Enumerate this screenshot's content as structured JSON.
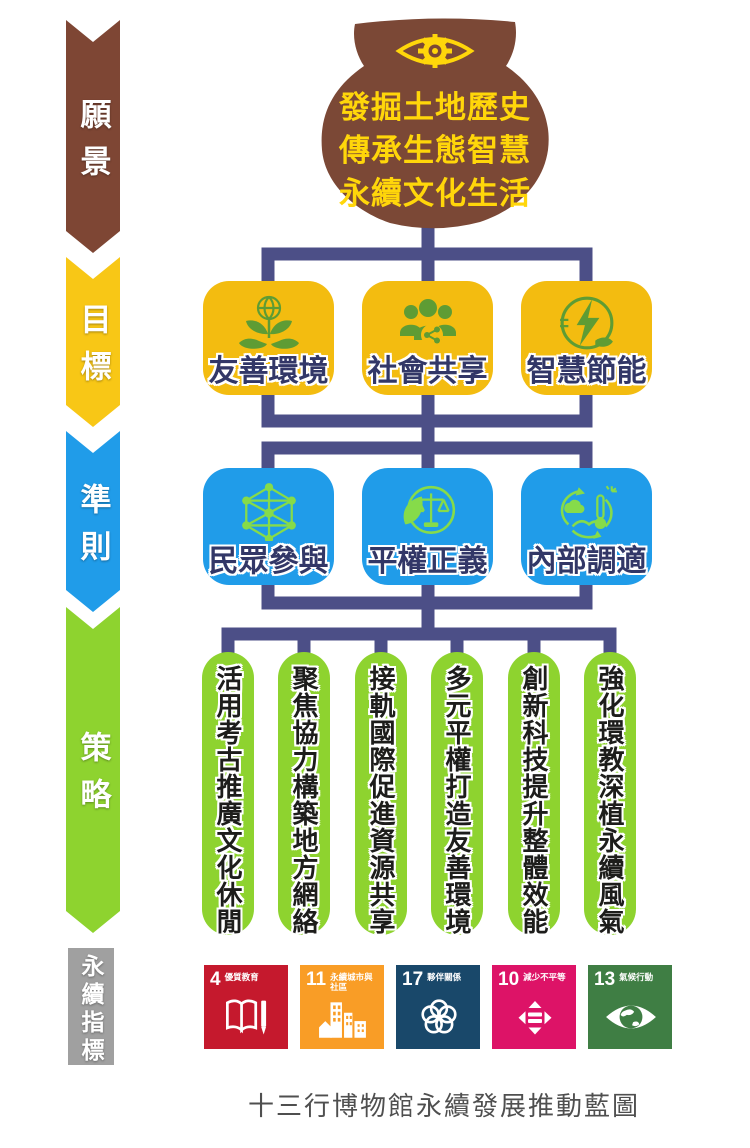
{
  "ribbon": {
    "items": [
      {
        "label": "願景",
        "color": "#7E4634"
      },
      {
        "label": "目標",
        "color": "#F8C716"
      },
      {
        "label": "準則",
        "color": "#209CE9"
      },
      {
        "label": "策略",
        "color": "#8ED32F"
      },
      {
        "label": "永續指標",
        "color": "#A0A0A0"
      }
    ]
  },
  "vision_pot": {
    "icon": "eye-gear-icon",
    "pot_color": "#7B4836",
    "text_color": "#FFD60A",
    "lines": [
      "發掘土地歷史",
      "傳承生態智慧",
      "永續文化生活"
    ]
  },
  "goals": {
    "box_color": "#F3BC10",
    "items": [
      {
        "label": "友善環境",
        "icon": "globe-plant-hands-icon"
      },
      {
        "label": "社會共享",
        "icon": "people-share-icon"
      },
      {
        "label": "智慧節能",
        "icon": "lightning-leaf-icon"
      }
    ]
  },
  "principles": {
    "box_color": "#209CE9",
    "items": [
      {
        "label": "民眾參與",
        "icon": "network-globe-icon"
      },
      {
        "label": "平權正義",
        "icon": "scales-leaf-icon"
      },
      {
        "label": "內部調適",
        "icon": "climate-thermometer-icon"
      }
    ]
  },
  "strategies": {
    "pill_color": "#8ED32F",
    "items": [
      "活用考古推廣文化休閒",
      "聚焦協力構築地方網絡",
      "接軌國際促進資源共享",
      "多元平權打造友善環境",
      "創新科技提升整體效能",
      "強化環教深植永續風氣"
    ]
  },
  "sdgs": [
    {
      "number": "4",
      "title": "優質教育",
      "color": "#C5192D",
      "icon": "book-pencil-icon"
    },
    {
      "number": "11",
      "title": "永續城市與社區",
      "color": "#F99D26",
      "icon": "city-buildings-icon"
    },
    {
      "number": "17",
      "title": "夥伴關係",
      "color": "#19486A",
      "icon": "interlocking-rings-icon"
    },
    {
      "number": "10",
      "title": "減少不平等",
      "color": "#DD1367",
      "icon": "equality-arrows-icon"
    },
    {
      "number": "13",
      "title": "氣候行動",
      "color": "#3F7E44",
      "icon": "eye-globe-icon"
    }
  ],
  "connector_color": "#4C4F87",
  "caption": "十三行博物館永續發展推動藍圖"
}
